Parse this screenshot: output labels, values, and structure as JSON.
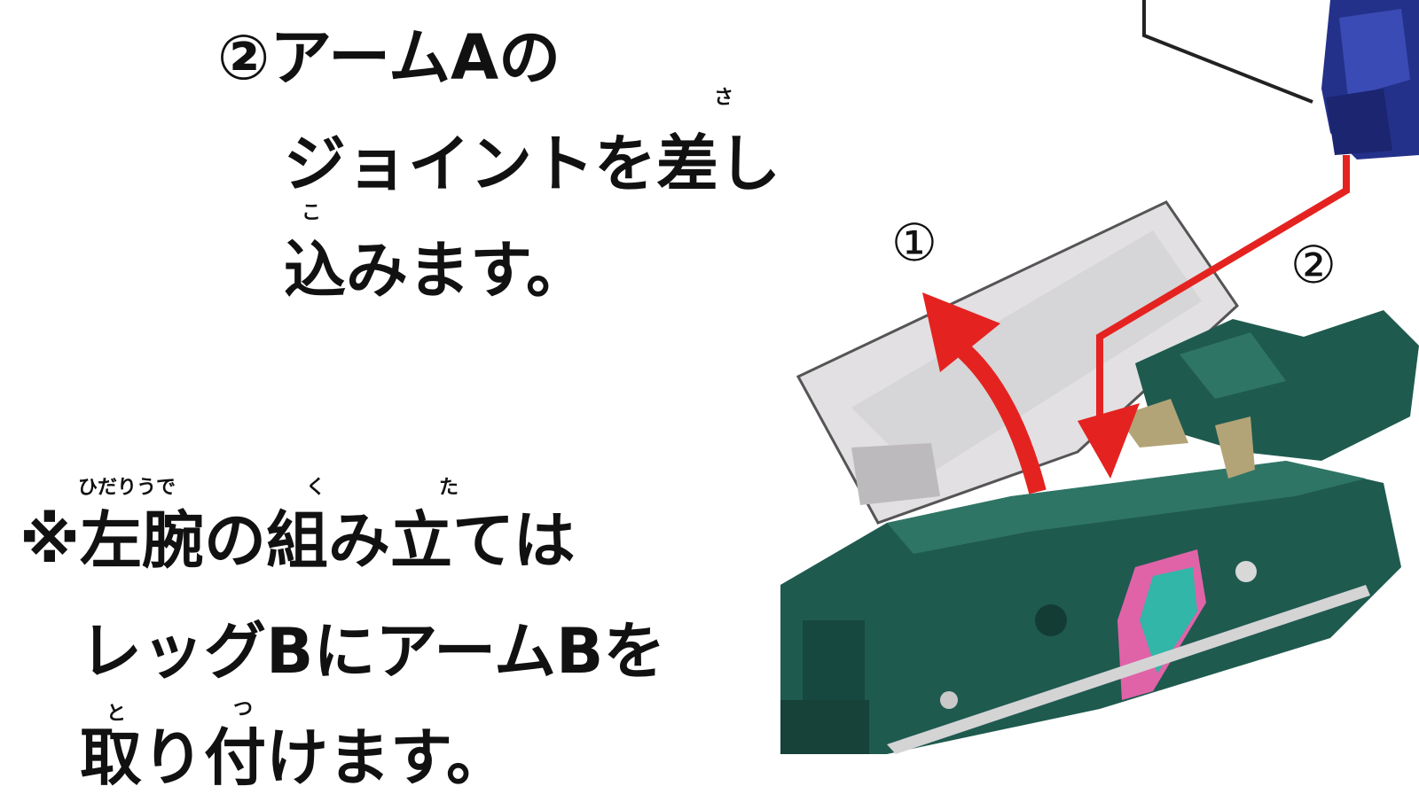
{
  "step2": {
    "line1": "②アームAの",
    "line2": "ジョイントを差し",
    "line3": "込みます。",
    "ruby_sa": "さ",
    "ruby_ko": "こ"
  },
  "note": {
    "line1": "※左腕の組み立ては",
    "line2": "レッグBにアームBを",
    "line3": "取り付けます。",
    "ruby_hidariude": "ひだりうで",
    "ruby_ku": "く",
    "ruby_ta": "た",
    "ruby_to": "と",
    "ruby_tsu": "つ"
  },
  "callouts": {
    "one": "①",
    "two": "②"
  },
  "colors": {
    "arrow": "#e42320",
    "body_green": "#1f5a4f",
    "panel_grey": "#dcdcdc",
    "arm_blue": "#24318a"
  }
}
